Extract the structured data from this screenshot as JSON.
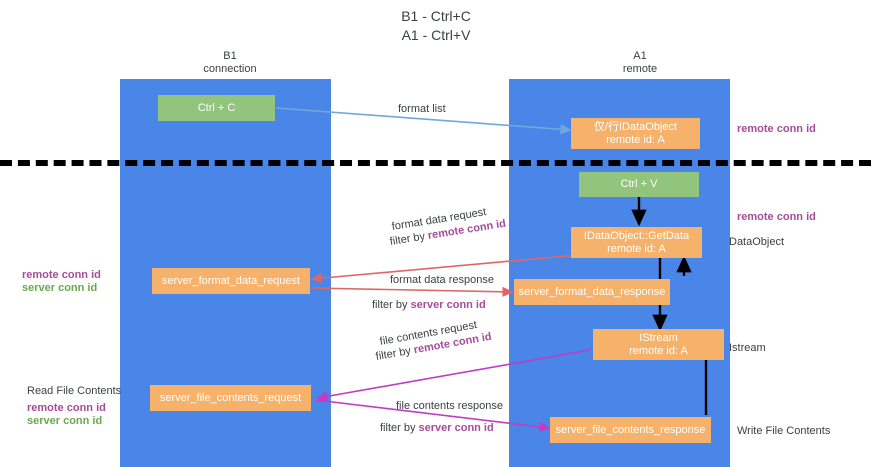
{
  "title": {
    "line1": "B1 - Ctrl+C",
    "line2": "A1 - Ctrl+V"
  },
  "lanes": [
    {
      "id": "b1",
      "title": "B1\nconnection",
      "color": "#4a86e8"
    },
    {
      "id": "a1",
      "title": "A1\nremote",
      "color": "#4a86e8"
    }
  ],
  "nodes": {
    "ctrl_c": {
      "label": "Ctrl + C",
      "color": "#93c47d"
    },
    "idataobject": {
      "label": "仅/行IDataObject",
      "sublabel": "remote id: A",
      "color": "#f6b26b"
    },
    "ctrl_v": {
      "label": "Ctrl + V",
      "color": "#93c47d"
    },
    "getdata": {
      "label": "IDataObject::GetData",
      "sublabel": "remote id: A",
      "color": "#f6b26b"
    },
    "format_data_request": {
      "label": "server_format_data_request",
      "color": "#f6b26b"
    },
    "format_data_response": {
      "label": "server_format_data_response",
      "color": "#f6b26b"
    },
    "istream": {
      "label": "IStream",
      "sublabel": "remote id: A",
      "color": "#f6b26b"
    },
    "file_contents_request": {
      "label": "server_file_contents_request",
      "color": "#f6b26b"
    },
    "file_contents_response": {
      "label": "server_file_contents_response",
      "color": "#f6b26b"
    }
  },
  "edge_labels": {
    "format_list": "format list",
    "format_data_request": "format data request",
    "format_data_request_filter_prefix": "filter by ",
    "format_data_request_filter_key": "remote conn id",
    "format_data_response": "format data response",
    "format_data_response_filter_prefix": "filter by ",
    "format_data_response_filter_key": "server conn id",
    "file_contents_request": "file contents request",
    "file_contents_request_filter_prefix": "filter by ",
    "file_contents_request_filter_key": "remote conn id",
    "file_contents_response": "file contents response",
    "file_contents_response_filter_prefix": "filter by ",
    "file_contents_response_filter_key": "server conn id"
  },
  "side_labels": {
    "right_remote_conn_id_top": "remote conn id",
    "right_remote_conn_id_mid": "remote conn id",
    "right_dataobject": "DataObject",
    "right_istream": "Istream",
    "right_write_file_contents": "Write File Contents",
    "left_remote_conn_id_mid": "remote conn id",
    "left_server_conn_id_mid": "server conn id",
    "left_read_file_contents": "Read File Contents",
    "left_remote_conn_id_bot": "remote conn id",
    "left_server_conn_id_bot": "server conn id"
  },
  "colors": {
    "lane": "#4a86e8",
    "green_node": "#93c47d",
    "orange_node": "#f6b26b",
    "purple_text": "#a64d9a",
    "green_text": "#6aa84f",
    "red_arrow": "#e06666",
    "magenta_arrow": "#c23bc2",
    "blue_arrow": "#6fa8dc",
    "black_arrow": "#000000",
    "separator": "#000000"
  }
}
